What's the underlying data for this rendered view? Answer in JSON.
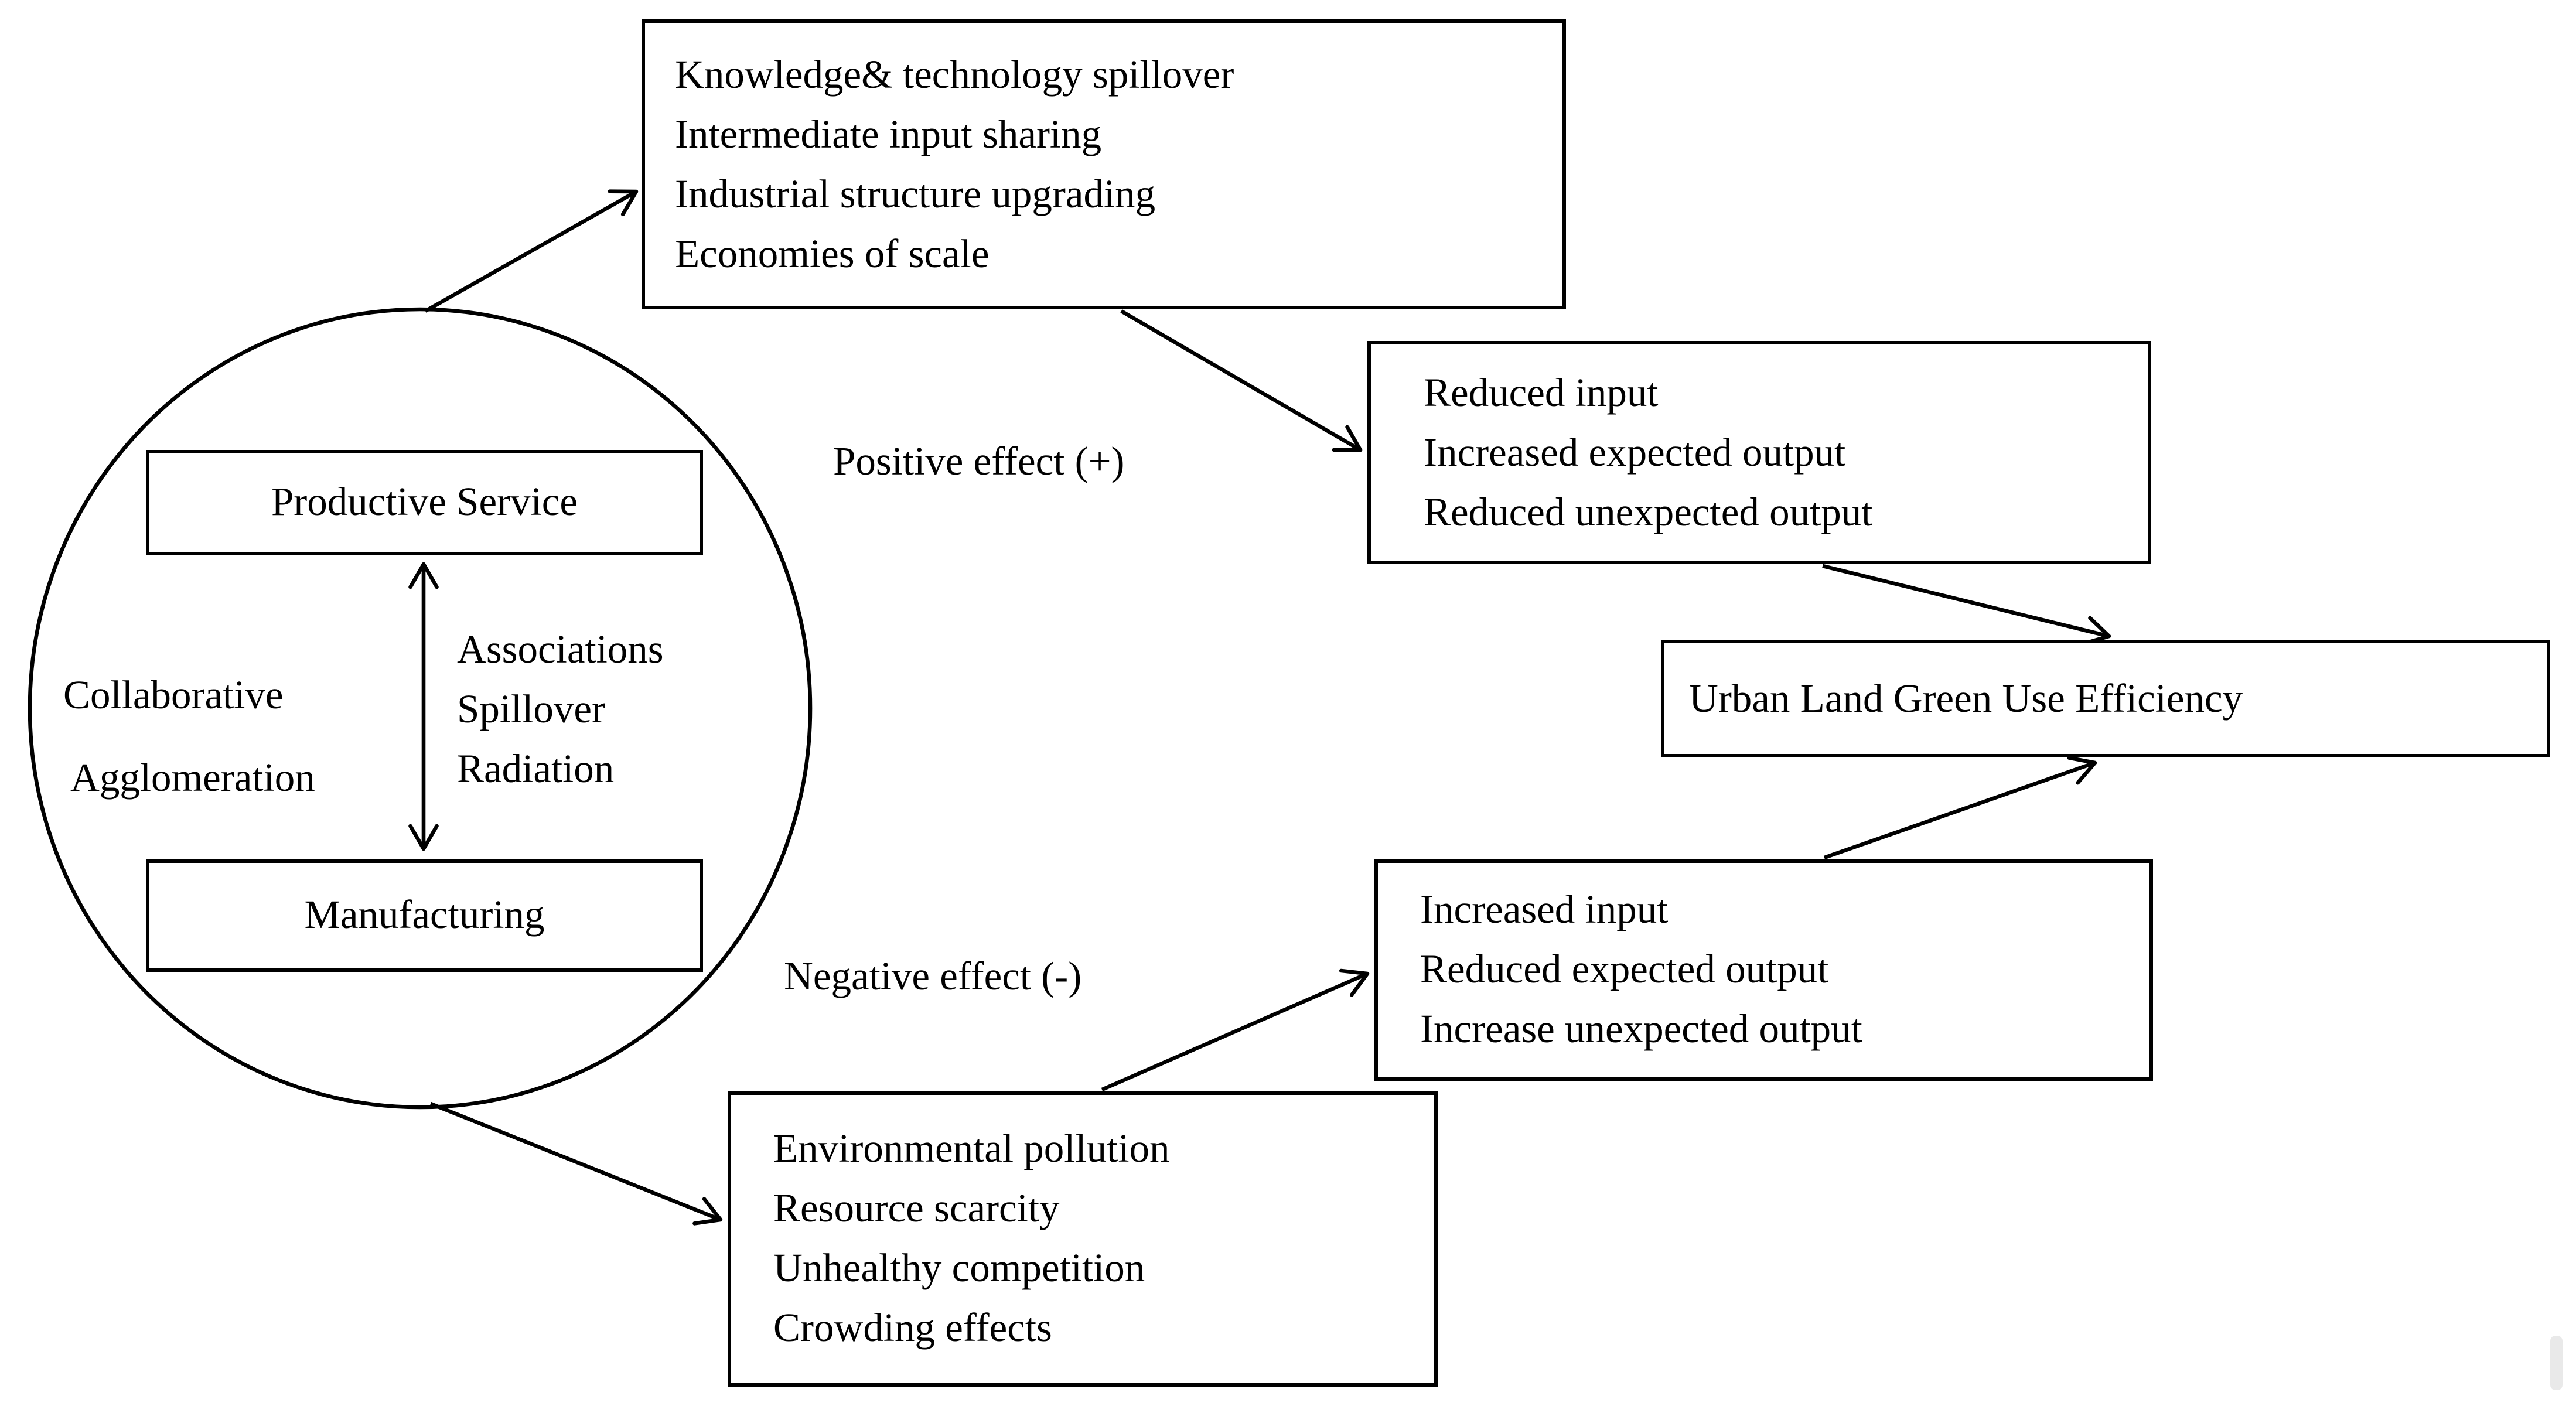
{
  "diagram": {
    "cluster": {
      "productive_service": "Productive Service",
      "manufacturing": "Manufacturing",
      "left_label": {
        "lines": [
          "Collaborative",
          "Agglomeration"
        ]
      },
      "interaction_label": {
        "lines": [
          "Associations",
          "Spillover",
          "Radiation"
        ]
      }
    },
    "positive_mechanisms": {
      "lines": [
        "Knowledge& technology spillover",
        "Intermediate input sharing",
        "Industrial structure upgrading",
        "Economies of scale"
      ]
    },
    "positive_outcome": {
      "lines": [
        "Reduced input",
        "Increased expected output",
        "Reduced unexpected output"
      ]
    },
    "negative_outcome": {
      "lines": [
        "Increased input",
        "Reduced expected output",
        "Increase unexpected output"
      ]
    },
    "negative_mechanisms": {
      "lines": [
        "Environmental pollution",
        "Resource scarcity",
        "Unhealthy competition",
        "Crowding effects"
      ]
    },
    "target": {
      "label": "Urban Land Green Use Efficiency"
    },
    "edge_labels": {
      "positive": "Positive effect (+)",
      "negative": "Negative effect (-)"
    },
    "colors": {
      "ink": "#000000",
      "background": "#ffffff",
      "scroll_artifact": "#e9e9e9"
    }
  }
}
